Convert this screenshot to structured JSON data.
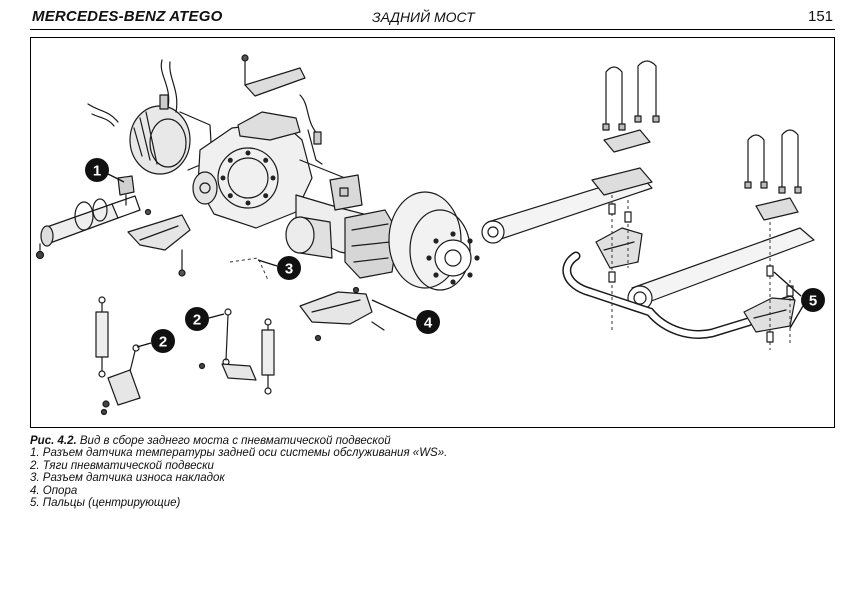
{
  "header": {
    "brand": "MERCEDES-BENZ ATEGO",
    "section": "ЗАДНИЙ МОСТ",
    "page_number": "151"
  },
  "figure": {
    "callouts": [
      "1",
      "2",
      "2",
      "3",
      "4",
      "5"
    ]
  },
  "caption": {
    "fig_label": "Рис. 4.2.",
    "title": "Вид в сборе заднего моста с пневматической подвеской",
    "items": [
      "1. Разъем датчика температуры задней оси системы обслуживания «WS».",
      "2. Тяги пневматической подвески",
      "3. Разъем датчика износа накладок",
      "4. Опора",
      "5. Пальцы (центрирующие)"
    ]
  }
}
